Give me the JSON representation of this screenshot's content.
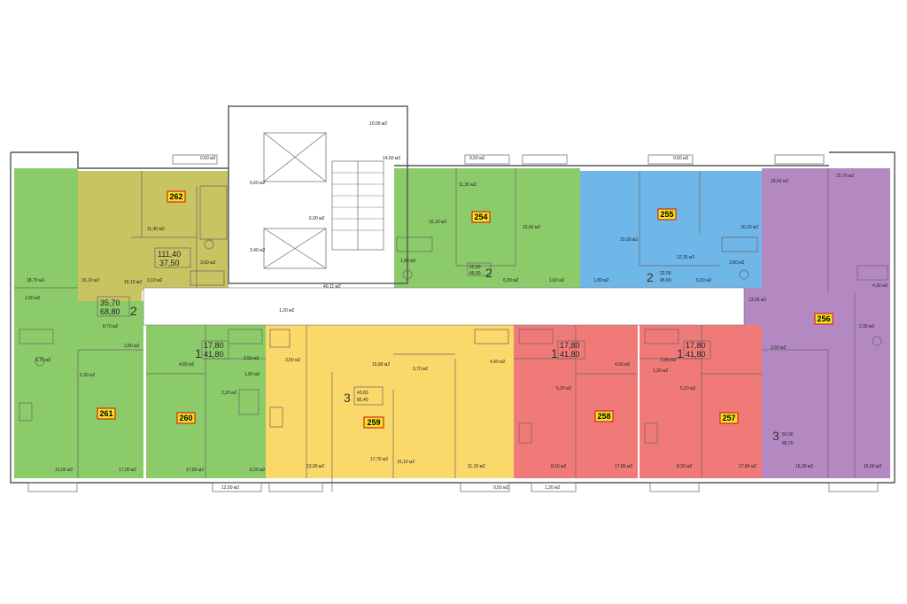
{
  "colors": {
    "green": "#8ccb6a",
    "olive": "#c9c462",
    "blue": "#6fb7e8",
    "purple": "#b489c2",
    "yellow": "#fbd86a",
    "red": "#f07a78",
    "label_bg": "#f7e21d",
    "label_border": "#d6281e"
  },
  "apartments": [
    {
      "id": "262",
      "color": "olive",
      "rooms": "",
      "area_total": "111,40",
      "area_living": "37,50"
    },
    {
      "id": "261",
      "color": "green",
      "rooms": "2",
      "area_total": "35,70",
      "area_living": "68,80"
    },
    {
      "id": "260",
      "color": "green",
      "rooms": "1",
      "area_total": "17,80",
      "area_living": "41,80"
    },
    {
      "id": "259",
      "color": "yellow",
      "rooms": "3",
      "area_total": "43,60",
      "area_living": "85,40"
    },
    {
      "id": "258",
      "color": "red",
      "rooms": "1",
      "area_total": "17,80",
      "area_living": "41,80"
    },
    {
      "id": "257",
      "color": "red",
      "rooms": "1",
      "area_total": "17,80",
      "area_living": "41,80"
    },
    {
      "id": "256",
      "color": "purple",
      "rooms": "3",
      "area_total": "50,00",
      "area_living": "89,70"
    },
    {
      "id": "255",
      "color": "blue",
      "rooms": "2",
      "area_total": "22,00",
      "area_living": "45,60"
    },
    {
      "id": "254",
      "color": "green",
      "rooms": "2",
      "area_total": "22,60",
      "area_living": "45,00"
    }
  ],
  "room_areas": [
    "0,50 м2",
    "11,40 м2",
    "16,10 м2",
    "3,60 м2",
    "3,10 м2",
    "15,10 м2",
    "8,70 м2",
    "18,70 м2",
    "1,50 м2",
    "5,70 м2",
    "5,30 м2",
    "2,80 м2",
    "13,00 м2",
    "17,00 м2",
    "4,80 м2",
    "2,50 м2",
    "2,20 м2",
    "1,60 м2",
    "17,80 м2",
    "6,20 м2",
    "12,50 м2",
    "3,50 м2",
    "15,80 м2",
    "3,70 м2",
    "13,00 м2",
    "17,70 м2",
    "15,10 м2",
    "11,10 м2",
    "4,40 м2",
    "0,50 м2",
    "1,20 м2",
    "5,20 м2",
    "8,10 м2",
    "4,60 м2",
    "17,80 м2",
    "1,30 м2",
    "2,80 м2",
    "5,20 м2",
    "8,30 м2",
    "17,80 м2",
    "18,00 м2",
    "15,70 м2",
    "4,30 м2",
    "2,30 м2",
    "2,60 м2",
    "13,00 м2",
    "16,30 м2",
    "16,00 м2",
    "10,00 м2",
    "12,30 м2",
    "10,10 м2",
    "6,30 м2",
    "3,80 м2",
    "1,80 м2",
    "11,30 м2",
    "10,10 м2",
    "15,60 м2",
    "6,30 м2",
    "1,80 м2",
    "1,60 м2",
    "40,11 м2",
    "10,00 м2",
    "14,50 м2",
    "5,60 м2",
    "2,40 м2",
    "6,00 м2",
    "1,20 м2",
    "0,50 м2",
    "0,50 м2"
  ]
}
